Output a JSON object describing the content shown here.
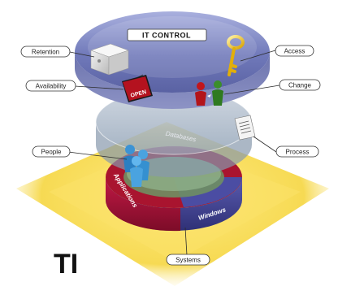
{
  "diagram": {
    "title": "IT CONTROL",
    "corner_mark": "TI",
    "labels": {
      "retention": "Retention",
      "availability": "Availability",
      "people": "People",
      "access": "Access",
      "change": "Change",
      "process": "Process",
      "systems": "Systems"
    },
    "ring_segments": {
      "applications": "Applications",
      "windows": "Windows",
      "databases": "Databases"
    },
    "sign_text": "OPEN",
    "colors": {
      "top_disk": "#7d86c3",
      "mid_disk": "#9fb0c4",
      "ring_red": "#b5123c",
      "ring_purple": "#4a4b9c",
      "base_yellow": "#f6d84a",
      "key_gold": "#e9b80f"
    }
  }
}
